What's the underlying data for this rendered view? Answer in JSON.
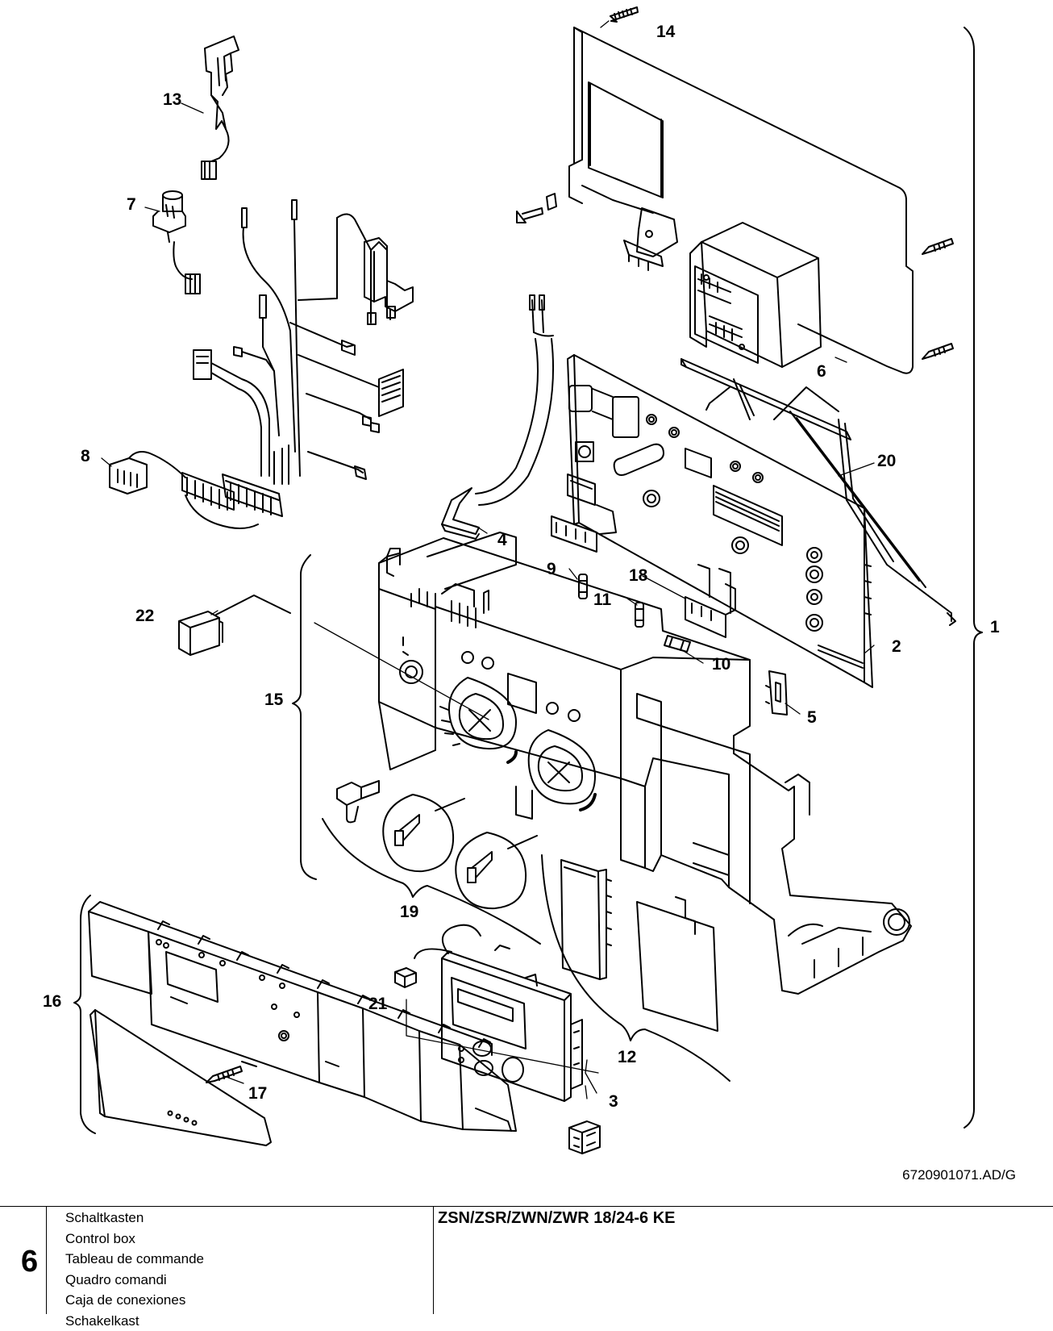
{
  "figure": {
    "callouts": [
      "1",
      "2",
      "3",
      "4",
      "5",
      "6",
      "7",
      "8",
      "9",
      "10",
      "11",
      "12",
      "13",
      "14",
      "15",
      "16",
      "17",
      "18",
      "19",
      "20",
      "21",
      "22"
    ],
    "doc_number": "6720901071.AD/G"
  },
  "footer": {
    "section_number": "6",
    "titles": [
      "Schaltkasten",
      "Control box",
      "Tableau de commande",
      "Quadro comandi",
      "Caja de conexiones",
      "Schakelkast"
    ],
    "model": "ZSN/ZSR/ZWN/ZWR 18/24-6 KE"
  }
}
